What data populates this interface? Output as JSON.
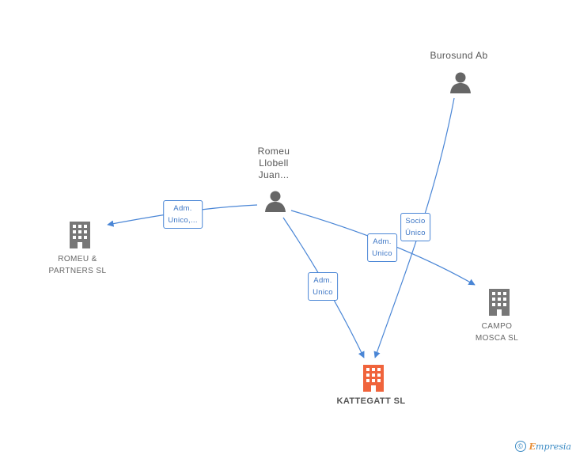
{
  "nodes": {
    "burosund": {
      "label": "Burosund Ab",
      "kind": "person"
    },
    "romeu_juan": {
      "label": "Romeu\nLlobell\nJuan...",
      "kind": "person"
    },
    "romeu_partners": {
      "label": "ROMEU &\nPARTNERS SL",
      "kind": "company"
    },
    "campo_mosca": {
      "label": "CAMPO\nMOSCA  SL",
      "kind": "company"
    },
    "kattegatt": {
      "label": "KATTEGATT SL",
      "kind": "company-focus"
    }
  },
  "edges": {
    "adm_unico_romeu_partners": "Adm.\nUnico,...",
    "adm_unico_kattegatt": "Adm.\nUnico",
    "adm_unico_campo": "Adm.\nUnico",
    "socio_unico": "Socio\nÚnico"
  },
  "colors": {
    "edge": "#4a86d6",
    "person_icon": "#666666",
    "company_icon": "#777777",
    "focus_icon": "#f0643c"
  },
  "footer": {
    "copyright": "©",
    "brand_first": "E",
    "brand_rest": "mpresia"
  }
}
